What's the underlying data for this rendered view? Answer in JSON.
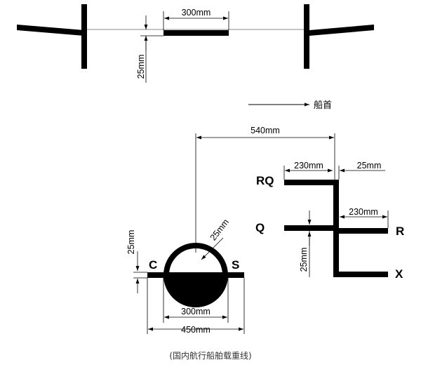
{
  "top": {
    "dim_300": "300mm",
    "dim_25": "25mm"
  },
  "arrow_label": "船首",
  "marks": {
    "dim_540": "540mm",
    "dim_230_a": "230mm",
    "dim_25_a": "25mm",
    "dim_230_b": "230mm",
    "dim_25_b": "25mm",
    "label_rq": "RQ",
    "label_q": "Q",
    "label_r": "R",
    "label_x": "X"
  },
  "ring": {
    "dim_25_left": "25mm",
    "dim_25_radius": "25mm",
    "label_c": "C",
    "label_s": "S",
    "dim_300": "300mm",
    "dim_450": "450mm"
  },
  "caption": "(国内航行船舶载重线)"
}
